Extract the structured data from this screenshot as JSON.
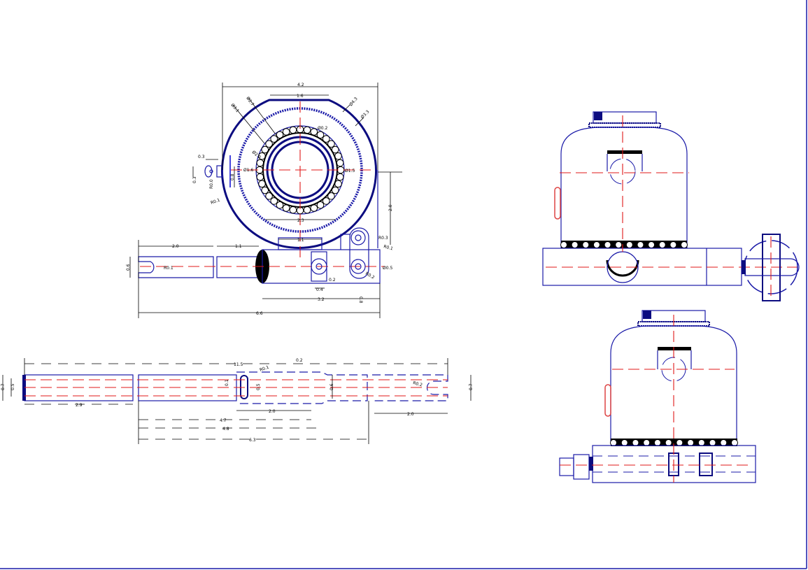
{
  "colors": {
    "outline": "#1a1aa8",
    "heavy": "#0c0c80",
    "centerline": "#e01818",
    "dimension": "#000000",
    "border": "#1a1aa8"
  },
  "top_view": {
    "dims": {
      "overall_width": "4.2",
      "flat_top": "1.6",
      "dia_outer": "Ø4.3",
      "dia_dotted": "Ø3.3",
      "dia_ring": "Ø3.1",
      "dia_bearing": "Ø2.7",
      "dia_ball": "Ø0.2",
      "dia_race": "Ø2.0",
      "dia_bore_left": "Ø1.6",
      "dia_bore_right": "Ø1.5",
      "knob_len": "0.3",
      "knob_h": "0.3",
      "knob_r": "R0.0",
      "window_h": "0.8",
      "window_r": "R0.1",
      "height_right": "2.0",
      "dotted_width": "2.3",
      "neck_width": "1.1",
      "slot_r1": "R0.3",
      "slot_r2": "R0.1",
      "boss_dia": "Ø0.5",
      "boss_r": "R0.2",
      "boss_offset": "0.2",
      "boss_width": "0.4",
      "boss_len": "0.8",
      "body_len": "3.2",
      "overall_len": "6.6",
      "handle_len": "2.0",
      "handle_gap": "1.1",
      "handle_h": "0.6",
      "handle_r": "R0.1"
    }
  },
  "bar_view": {
    "dims": {
      "top_len": "11.5",
      "top_gap": "0.2",
      "pin_r": "R0.1",
      "outer_h_left": "0.7",
      "inner_h_left": "0.5",
      "pin_off": "0.1",
      "pin_h": "0.5",
      "neck_h": "0.6",
      "left_len": "2.9",
      "mid_len": "2.0",
      "len_47": "4.7",
      "len_48": "4.8",
      "len_63": "6.3",
      "end_r": "R0.2",
      "outer_h_right": "0.7",
      "end_len": "2.0"
    }
  }
}
